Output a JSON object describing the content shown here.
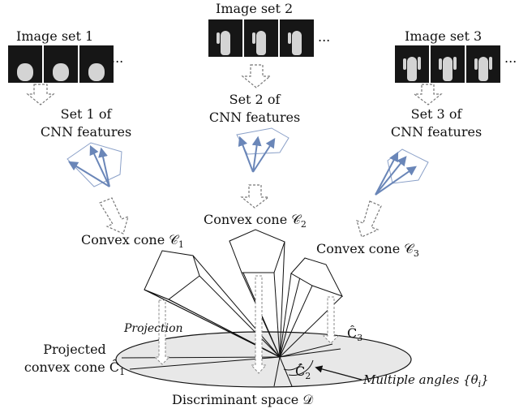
{
  "image_sets": [
    {
      "label": "Image set 1",
      "ellipsis": "...",
      "feature_line1": "Set 1 of",
      "feature_line2": "CNN features",
      "cone_label": "Convex cone 𝒞",
      "cone_sub": "1"
    },
    {
      "label": "Image set 2",
      "ellipsis": "...",
      "feature_line1": "Set 2 of",
      "feature_line2": "CNN features",
      "cone_label": "Convex cone 𝒞",
      "cone_sub": "2"
    },
    {
      "label": "Image set 3",
      "ellipsis": "...",
      "feature_line1": "Set 3 of",
      "feature_line2": "CNN features",
      "cone_label": "Convex cone 𝒞",
      "cone_sub": "3"
    }
  ],
  "projection_label": "Projection",
  "projected_label_line1": "Projected",
  "projected_label_line2": "convex cone Ĉ",
  "projected_label_sub": "1",
  "hat_c2": "Ĉ",
  "hat_c2_sub": "2",
  "hat_c3": "Ĉ",
  "hat_c3_sub": "3",
  "angles_label": "Multiple angles {θ",
  "angles_sub": "i",
  "angles_close": "}",
  "space_label": "Discriminant space 𝒟",
  "colors": {
    "arrow_blue": "#6a86b8",
    "plane_gray": "#e8e8e8",
    "dashed": "#777777",
    "thumb_bg": "#161616"
  }
}
